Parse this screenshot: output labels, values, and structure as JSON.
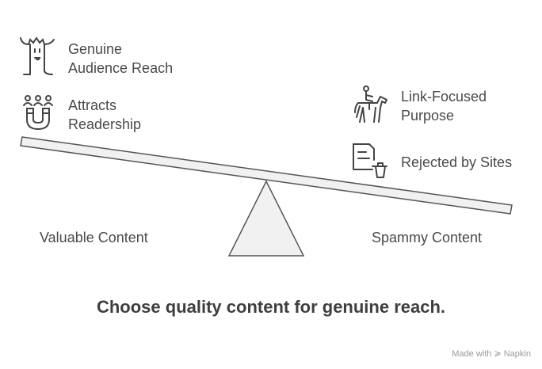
{
  "left": {
    "label": "Valuable Content",
    "items": [
      {
        "icon": "tree-face-icon",
        "line1": "Genuine",
        "line2": "Audience Reach"
      },
      {
        "icon": "magnet-people-icon",
        "line1": "Attracts",
        "line2": "Readership"
      }
    ]
  },
  "right": {
    "label": "Spammy Content",
    "items": [
      {
        "icon": "horse-rider-icon",
        "line1": "Link-Focused",
        "line2": "Purpose"
      },
      {
        "icon": "document-trash-icon",
        "line1": "Rejected by Sites"
      }
    ]
  },
  "title": "Choose quality content for genuine reach.",
  "credit": "Made with",
  "credit_brand": "Napkin"
}
